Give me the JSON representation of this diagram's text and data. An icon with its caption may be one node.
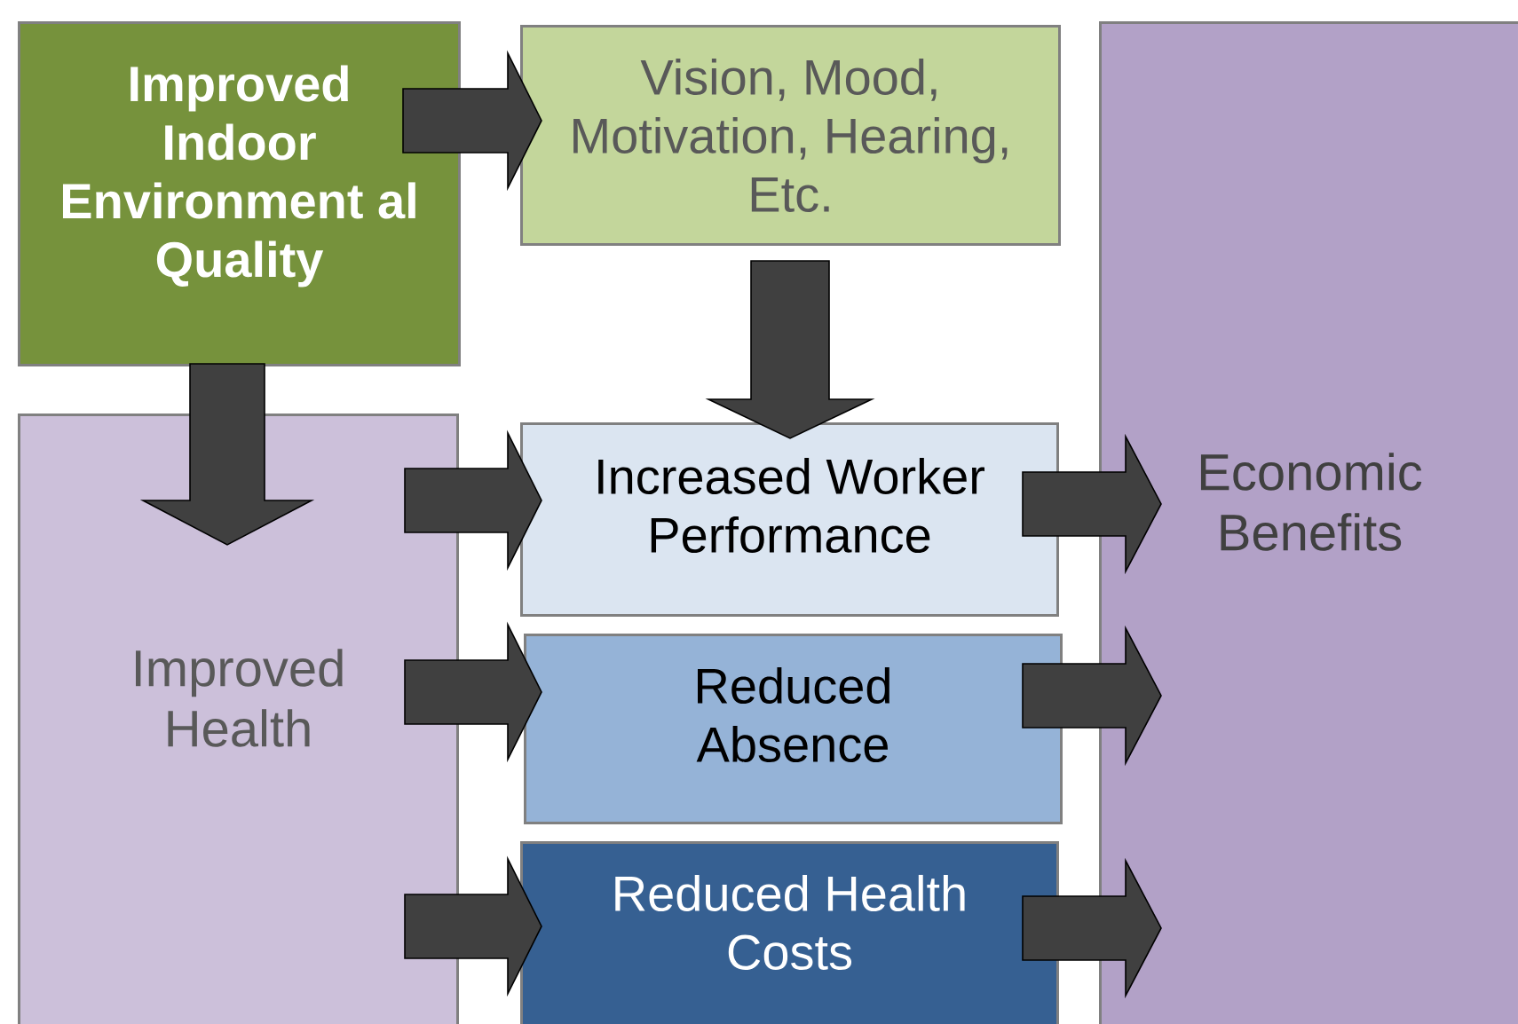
{
  "diagram": {
    "nodes": [
      {
        "text": [
          "Improved Indoor Environment al Quality"
        ]
      },
      {
        "text": [
          "Vision, Mood, Motivation, Hearing, Etc."
        ]
      },
      {
        "text": [
          "Improved Health"
        ]
      },
      {
        "text": [
          "Increased Worker Performance"
        ]
      },
      {
        "text": [
          "Reduced Absence"
        ]
      },
      {
        "text": [
          "Reduced Health Costs"
        ]
      },
      {
        "text": [
          "Economic Benefits"
        ]
      }
    ],
    "edges": [
      {
        "from": 0,
        "to": 1,
        "arrow": "to"
      },
      {
        "from": 0,
        "to": 2,
        "arrow": "to"
      },
      {
        "from": 1,
        "to": 3,
        "arrow": "to"
      },
      {
        "from": 2,
        "to": 3,
        "arrow": "to"
      },
      {
        "from": 2,
        "to": 4,
        "arrow": "to"
      },
      {
        "from": 2,
        "to": 5,
        "arrow": "to"
      },
      {
        "from": 3,
        "to": 6,
        "arrow": "to"
      },
      {
        "from": 4,
        "to": 6,
        "arrow": "to"
      },
      {
        "from": 5,
        "to": 6,
        "arrow": "to"
      }
    ]
  }
}
